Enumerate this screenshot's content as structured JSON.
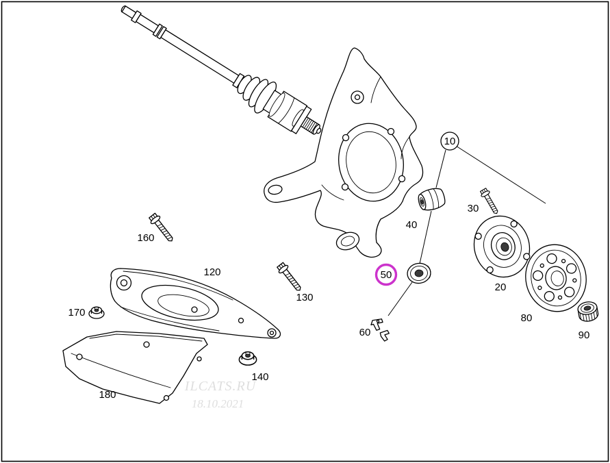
{
  "colors": {
    "highlight": "#cc33cc",
    "line": "#000000",
    "background": "#ffffff",
    "watermark": "#c9c9c9"
  },
  "watermark": {
    "site": "ILCATS.RU",
    "date": "18.10.2021"
  },
  "highlighted_part": "50",
  "callout_assembly": "10",
  "labels": {
    "l10": "10",
    "l20": "20",
    "l30": "30",
    "l40": "40",
    "l50": "50",
    "l60": "60",
    "l80": "80",
    "l90": "90",
    "l120": "120",
    "l130": "130",
    "l140": "140",
    "l160": "160",
    "l170": "170",
    "l180": "180"
  }
}
